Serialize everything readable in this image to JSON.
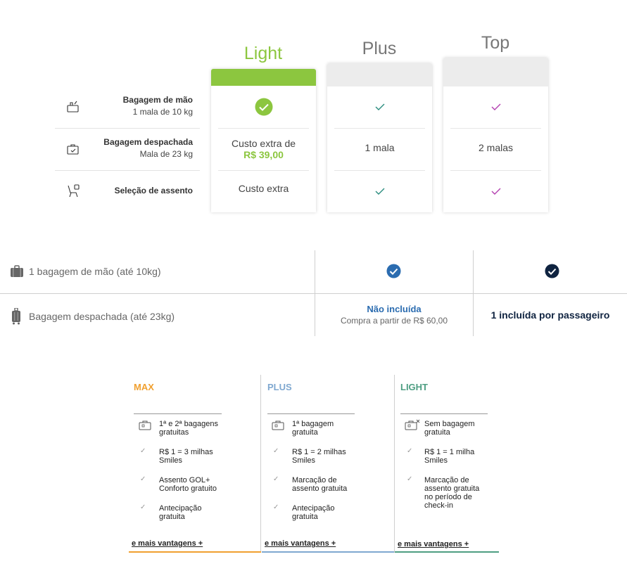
{
  "fare_table": {
    "plans": [
      {
        "name": "Light",
        "color": "#8cc63f",
        "head_color": "#8cc63f"
      },
      {
        "name": "Plus",
        "color": "#777777",
        "head_color": "#ececec"
      },
      {
        "name": "Top",
        "color": "#777777",
        "head_color": "#ececec"
      }
    ],
    "features": [
      {
        "title": "Bagagem de mão",
        "subtitle": "1 mala de 10 kg",
        "icon": "carry-on-icon"
      },
      {
        "title": "Bagagem despachada",
        "subtitle": "Mala de 23 kg",
        "icon": "checked-bag-icon"
      },
      {
        "title": "Seleção de assento",
        "subtitle": "",
        "icon": "seat-icon"
      }
    ],
    "light": {
      "checked_bag_line1": "Custo extra de",
      "checked_bag_price": "R$ 39,00",
      "seat": "Custo extra"
    },
    "plus": {
      "checked_bag": "1 mala"
    },
    "top": {
      "checked_bag": "2 malas"
    },
    "colors": {
      "green": "#8cc63f",
      "teal": "#2a8c7e",
      "purple": "#b33fb0"
    }
  },
  "baggage_table": {
    "rows": [
      {
        "label": "1 bagagem de mão (até 10kg)",
        "icon": "suitcase-icon"
      },
      {
        "label": "Bagagem despachada (até 23kg)",
        "icon": "rolling-luggage-icon"
      }
    ],
    "col1": {
      "status_title": "Não incluída",
      "status_sub": "Compra a partir de R$ 60,00"
    },
    "col2": {
      "status_title": "1 incluída por passageiro"
    },
    "colors": {
      "blue": "#2b6cb0",
      "navy": "#0f2340"
    }
  },
  "smiles_plans": {
    "columns": [
      {
        "name": "MAX",
        "color": "#f0a030",
        "items": [
          "1ª e 2ª bagagens gratuitas",
          "R$ 1 = 3 milhas Smiles",
          "Assento GOL+ Conforto gratuito",
          "Antecipação gratuita"
        ],
        "more": "e mais vantagens +"
      },
      {
        "name": "PLUS",
        "color": "#7fa8d0",
        "items": [
          "1ª bagagem gratuita",
          "R$ 1 = 2 milhas Smiles",
          "Marcação de assento gratuita",
          "Antecipação gratuita"
        ],
        "more": "e mais vantagens +"
      },
      {
        "name": "LIGHT",
        "color": "#4e9e82",
        "items": [
          "Sem bagagem gratuita",
          "R$ 1 = 1 milha Smiles",
          "Marcação de assento gratuita no período de check-in"
        ],
        "more": "e mais vantagens +"
      }
    ]
  }
}
